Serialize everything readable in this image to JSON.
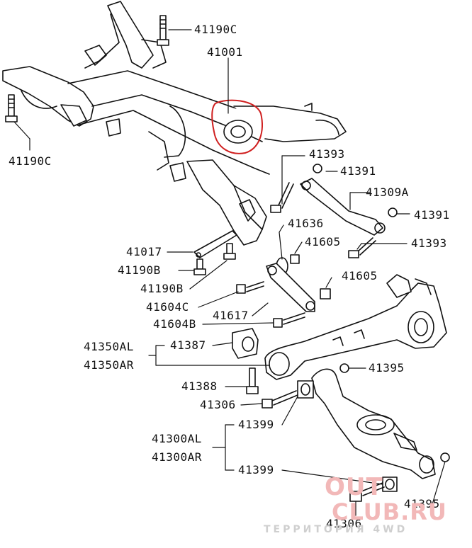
{
  "labels": {
    "l41190c_top": "41190C",
    "l41001": "41001",
    "l41190c_left": "41190C",
    "l41393_a": "41393",
    "l41391_a": "41391",
    "l41309a": "41309A",
    "l41391_b": "41391",
    "l41636": "41636",
    "l41605_a": "41605",
    "l41393_b": "41393",
    "l41017": "41017",
    "l41190b_a": "41190B",
    "l41190b_b": "41190B",
    "l41605_b": "41605",
    "l41604c": "41604C",
    "l41617": "41617",
    "l41604b": "41604B",
    "l41350al": "41350AL",
    "l41350ar": "41350AR",
    "l41387": "41387",
    "l41395_a": "41395",
    "l41388": "41388",
    "l41306_a": "41306",
    "l41399_a": "41399",
    "l41300al": "41300AL",
    "l41300ar": "41300AR",
    "l41399_b": "41399",
    "l41395_b": "41395",
    "l41306_b": "41306"
  },
  "watermark": {
    "line1": "OUT",
    "line2": "CLUB.RU",
    "line3": "ТЕРРИТОРИЯ 4WD"
  },
  "highlight_color": "#d02020",
  "ink_color": "#111111"
}
